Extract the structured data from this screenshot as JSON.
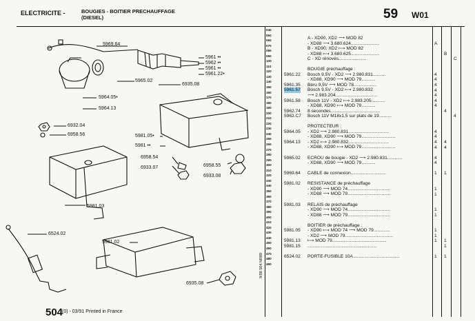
{
  "header": {
    "section": "ELECTRICITE -",
    "subtitle_line1": "BOUGIES - BOITIER PRECHAUFFAGE",
    "subtitle_line2": "(DIESEL)",
    "page_number": "59",
    "page_code": "W01"
  },
  "line_numbers": [
    "040",
    "050",
    "060",
    "070",
    "080",
    "090",
    "100",
    "110",
    "120",
    "130",
    "140",
    "150",
    "160",
    "170",
    "180",
    "190",
    "200",
    "210",
    "220",
    "230",
    "240",
    "250",
    "260",
    "270",
    "280",
    "290",
    "300",
    "310",
    "320",
    "330",
    "340",
    "350",
    "360",
    "370",
    "380",
    "390",
    "400",
    "410",
    "420",
    "430",
    "440",
    "450",
    "460",
    "470",
    "480",
    "490"
  ],
  "column_letters": [
    "A",
    "B",
    "C"
  ],
  "parts": [
    {
      "ref": "",
      "desc": "A - XD90, XD2 ⟶ MOD 82"
    },
    {
      "ref": "",
      "desc": "   - XD88 ⟶ 3.680.624......................",
      "qa": "A"
    },
    {
      "ref": "",
      "desc": "B - XD90, XD2 ⟼ MOD 82"
    },
    {
      "ref": "",
      "desc": "   - XD88 ⟼ 3.680.625......................",
      "qb": "B"
    },
    {
      "ref": "",
      "desc": "C - XD rénovés......................",
      "qc": "C"
    },
    {
      "ref": "",
      "desc": ""
    },
    {
      "ref": "",
      "desc": "BOUGIE préchauffage :"
    },
    {
      "ref": "5961.22",
      "desc": "Bosch 9,5V - XD2 ⟶ 2.980.831..........",
      "qa": "4"
    },
    {
      "ref": "",
      "desc": "   - XD88, XD90 ⟶ MOD 79...........",
      "qa": "4"
    },
    {
      "ref": "5961.35",
      "desc": "Béru 9,5V ⟶ MOD 78..................",
      "qa": "4"
    },
    {
      "ref": "5961.57",
      "desc": "Bosch 9,5V - XD2 ⟼ 2.980.832",
      "qa": "4",
      "hl": true
    },
    {
      "ref": "",
      "desc": "   ⟶ 2.983.204.................................",
      "qa": "4"
    },
    {
      "ref": "5961.58",
      "desc": "Bosch 11V - XD2 ⟼ 2.983.205...........",
      "qa": "4"
    },
    {
      "ref": "",
      "desc": "   - XD88, XD90 ⟼ MOD 79...........",
      "qa": "4"
    },
    {
      "ref": "5962.74",
      "desc": "8 secondes.......................................",
      "qb": "4"
    },
    {
      "ref": "5962.C7",
      "desc": "Bosch 11V M18x1,5 sur plats de 19..........",
      "qc": "4"
    },
    {
      "ref": "",
      "desc": ""
    },
    {
      "ref": "",
      "desc": "PROTECTEUR :"
    },
    {
      "ref": "5964.05",
      "desc": "- XD2 ⟶ 2.980.831................................",
      "qa": "4"
    },
    {
      "ref": "",
      "desc": "- XD88, XD90 ⟶ MOD 79...........................",
      "qa": "4"
    },
    {
      "ref": "5964.13",
      "desc": "- XD2 ⟼ 2.980.832................................",
      "qa": "4",
      "qb": "4"
    },
    {
      "ref": "",
      "desc": "- XD88, XD90 ⟼ MOD 79...........................",
      "qa": "4",
      "qb": "4"
    },
    {
      "ref": "",
      "desc": ""
    },
    {
      "ref": "5965.02",
      "desc": "ECROU de bougie - XD2 ⟶ 2.980.831............",
      "qa": "4"
    },
    {
      "ref": "",
      "desc": "   - XD88, XD90 ⟶ MOD 79...........",
      "qa": "4"
    },
    {
      "ref": "",
      "desc": ""
    },
    {
      "ref": "5969.64",
      "desc": "CABLE de connexion............................",
      "qa": "1",
      "qb": "1"
    },
    {
      "ref": "",
      "desc": ""
    },
    {
      "ref": "5981.02",
      "desc": "RESISTANCE de préchauffage"
    },
    {
      "ref": "",
      "desc": "- XD90 ⟶ MOD 74..................................",
      "qa": "1"
    },
    {
      "ref": "",
      "desc": "- XD88 ⟶ MOD 79..................................",
      "qa": "1"
    },
    {
      "ref": "",
      "desc": ""
    },
    {
      "ref": "5981.03",
      "desc": "RELAIS de préchauffage"
    },
    {
      "ref": "",
      "desc": "- XD90 ⟶ MOD 74..................................",
      "qa": "1"
    },
    {
      "ref": "",
      "desc": "- XD88 ⟶ MOD 79..................................",
      "qa": "1"
    },
    {
      "ref": "",
      "desc": ""
    },
    {
      "ref": "",
      "desc": "BOITIER de préchauffage :"
    },
    {
      "ref": "5981.05",
      "desc": "- XD90 ⟼ MOD 74 ⟶ MOD 79.............",
      "qa": "1"
    },
    {
      "ref": "",
      "desc": "- XD2 ⟶ MOD 79......................................",
      "qa": "1"
    },
    {
      "ref": "5981.13",
      "desc": "⟼ MOD 79...........................................",
      "qa": "1",
      "qb": "1"
    },
    {
      "ref": "5981.15",
      "desc": ".......................................................",
      "qb": "1"
    },
    {
      "ref": "",
      "desc": ""
    },
    {
      "ref": "6524.02",
      "desc": "PORTE-FUSIBLE 10A.....................................",
      "qa": "1",
      "qb": "1"
    }
  ],
  "labels": {
    "l5969_64": "5969.64",
    "l5961a": "5961 ••",
    "l5962": "5962 ••",
    "l5961b": "5961 ••",
    "l5961_22": "5961.22•",
    "l5965_02": "5965.02",
    "l6935_08a": "6935.08",
    "l5964_05": "5964.05•",
    "l5964_13": "5964.13",
    "l6932_04": "6932.04",
    "l6958_56": "6958.56",
    "l5981_05": "5981.05•",
    "l5981": "5981 ••",
    "l6958_54": "6958.54",
    "l6933_07": "6933.07",
    "l6958_55": "6958.55",
    "l6933_08": "6933.08",
    "l5981_03": "5981.03",
    "l6524_02": "6524.02",
    "l5981_02": "5981.02",
    "l6935_08b": "6935.08"
  },
  "footer": {
    "page": "504",
    "text": "(0) - 03/91  Printed in France",
    "side_code": "9/88 504 NR89"
  }
}
